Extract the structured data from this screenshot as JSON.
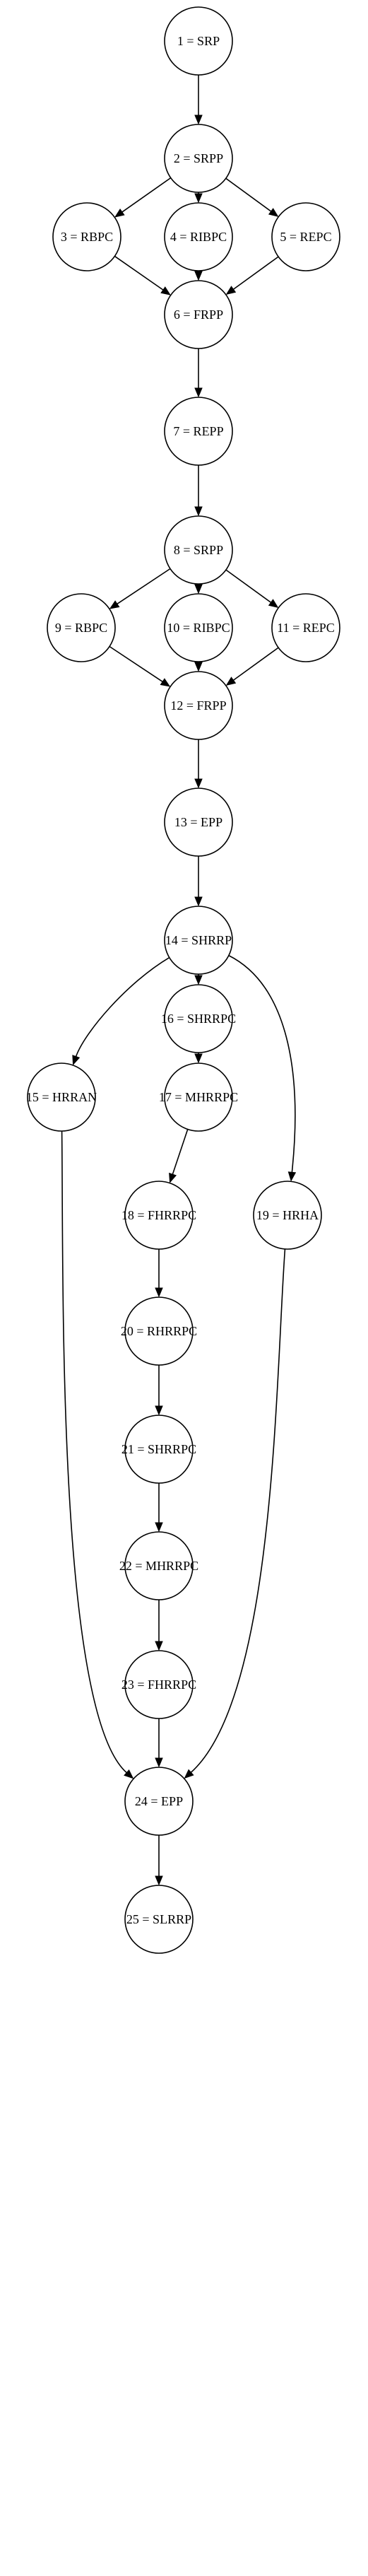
{
  "diagram": {
    "nodes": [
      {
        "id": "1",
        "label": "1 = SRP"
      },
      {
        "id": "2",
        "label": "2 = SRPP"
      },
      {
        "id": "3",
        "label": "3 = RBPC"
      },
      {
        "id": "4",
        "label": "4 = RIBPC"
      },
      {
        "id": "5",
        "label": "5 = REPC"
      },
      {
        "id": "6",
        "label": "6 = FRPP"
      },
      {
        "id": "7",
        "label": "7 = REPP"
      },
      {
        "id": "8",
        "label": "8 = SRPP"
      },
      {
        "id": "9",
        "label": "9 = RBPC"
      },
      {
        "id": "10",
        "label": "10 = RIBPC"
      },
      {
        "id": "11",
        "label": "11 = REPC"
      },
      {
        "id": "12",
        "label": "12 = FRPP"
      },
      {
        "id": "13",
        "label": "13 = EPP"
      },
      {
        "id": "14",
        "label": "14 = SHRRP"
      },
      {
        "id": "15",
        "label": "15 = HRRAN"
      },
      {
        "id": "16",
        "label": "16 = SHRRPC"
      },
      {
        "id": "17",
        "label": "17 = MHRRPC"
      },
      {
        "id": "18",
        "label": "18 = FHRRPC"
      },
      {
        "id": "19",
        "label": "19 = HRHA"
      },
      {
        "id": "20",
        "label": "20 = RHRRPC"
      },
      {
        "id": "21",
        "label": "21 = SHRRPC"
      },
      {
        "id": "22",
        "label": "22 = MHRRPC"
      },
      {
        "id": "23",
        "label": "23 = FHRRPC"
      },
      {
        "id": "24",
        "label": "24 = EPP"
      },
      {
        "id": "25",
        "label": "25 = SLRRP"
      }
    ],
    "edges": [
      {
        "from": "1",
        "to": "2"
      },
      {
        "from": "2",
        "to": "3"
      },
      {
        "from": "2",
        "to": "4"
      },
      {
        "from": "2",
        "to": "5"
      },
      {
        "from": "3",
        "to": "6"
      },
      {
        "from": "4",
        "to": "6"
      },
      {
        "from": "5",
        "to": "6"
      },
      {
        "from": "6",
        "to": "7"
      },
      {
        "from": "7",
        "to": "8"
      },
      {
        "from": "8",
        "to": "9"
      },
      {
        "from": "8",
        "to": "10"
      },
      {
        "from": "8",
        "to": "11"
      },
      {
        "from": "9",
        "to": "12"
      },
      {
        "from": "10",
        "to": "12"
      },
      {
        "from": "11",
        "to": "12"
      },
      {
        "from": "12",
        "to": "13"
      },
      {
        "from": "13",
        "to": "14"
      },
      {
        "from": "14",
        "to": "15"
      },
      {
        "from": "14",
        "to": "16"
      },
      {
        "from": "14",
        "to": "19"
      },
      {
        "from": "16",
        "to": "17"
      },
      {
        "from": "17",
        "to": "18"
      },
      {
        "from": "18",
        "to": "20"
      },
      {
        "from": "20",
        "to": "21"
      },
      {
        "from": "21",
        "to": "22"
      },
      {
        "from": "22",
        "to": "23"
      },
      {
        "from": "23",
        "to": "24"
      },
      {
        "from": "15",
        "to": "24"
      },
      {
        "from": "19",
        "to": "24"
      },
      {
        "from": "24",
        "to": "25"
      }
    ]
  }
}
